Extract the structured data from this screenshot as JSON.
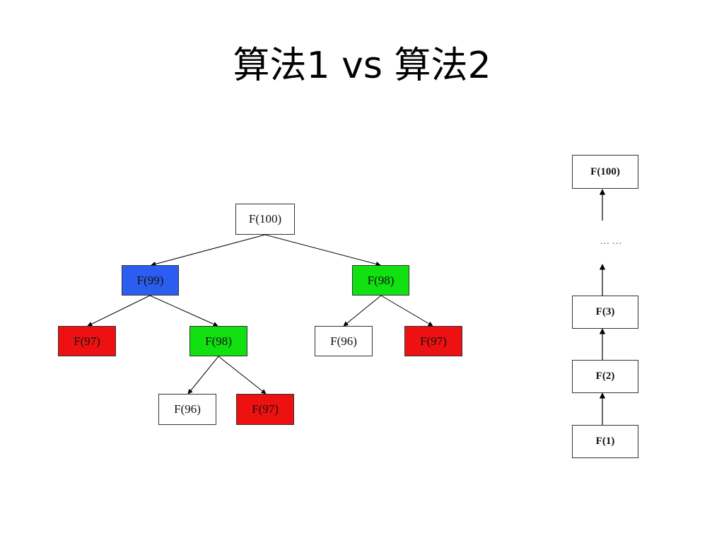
{
  "title": "算法1 vs 算法2",
  "colors": {
    "default": "#ffffff",
    "blue": "#2b5df0",
    "green": "#11e011",
    "red": "#ee1111"
  },
  "tree": {
    "root": {
      "label": "F(100)",
      "color": "default"
    },
    "l": {
      "label": "F(99)",
      "color": "blue"
    },
    "r": {
      "label": "F(98)",
      "color": "green"
    },
    "ll": {
      "label": "F(97)",
      "color": "red"
    },
    "lr": {
      "label": "F(98)",
      "color": "green"
    },
    "rl": {
      "label": "F(96)",
      "color": "default"
    },
    "rr": {
      "label": "F(97)",
      "color": "red"
    },
    "lrl": {
      "label": "F(96)",
      "color": "default"
    },
    "lrr": {
      "label": "F(97)",
      "color": "red"
    }
  },
  "chain": {
    "top": "F(100)",
    "ellipsis": "… …",
    "f3": "F(3)",
    "f2": "F(2)",
    "f1": "F(1)"
  }
}
